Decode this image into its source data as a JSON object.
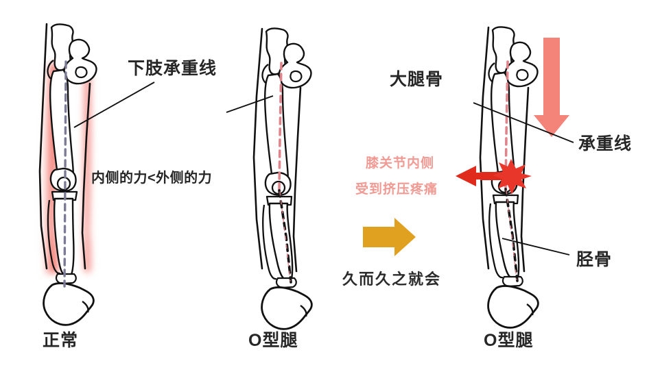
{
  "diagram": {
    "title_semantic": "knee-alignment-weight-bearing-line-comparison",
    "colors": {
      "bone_outline": "#1a1a1a",
      "stress_red": "#e8372a",
      "stress_glow": "#f4695c",
      "normal_line": "#7b7b96",
      "deviated_line": "#e0848c",
      "down_arrow": "#f4837a",
      "side_arrow": "#e02b1c",
      "flow_arrow": "#e0a020",
      "pain_text": "#f09a93",
      "label_text": "#262626"
    }
  },
  "panels": [
    {
      "id": "normal",
      "caption": "正常",
      "line_label": "下肢承重线",
      "force_note": "内侧的力<外侧的力",
      "line_style": "dashed",
      "line_color": "#7b7b96",
      "has_lateral_stress_band": true
    },
    {
      "id": "bowleg-middle",
      "caption": "O型腿",
      "line_label": "下肢承重线",
      "line_style": "dashed",
      "line_color_upper": "#e0848c",
      "line_color_lower": "#1a1a1a",
      "has_lateral_stress_band": false
    },
    {
      "id": "bowleg-right",
      "caption": "O型腿",
      "labels": {
        "femur": "大腿骨",
        "weight_line": "承重线",
        "tibia": "胫骨"
      },
      "line_style": "dashed",
      "line_color_upper": "#e0848c",
      "line_color_lower": "#1a1a1a",
      "has_down_arrow": true,
      "has_compression_arrow": true,
      "has_pain_burst": true
    }
  ],
  "annotations": {
    "pain_text_line1": "膝关节内侧",
    "pain_text_line2": "受到挤压疼痛",
    "flow_text": "久而久之就会",
    "flow_arrow_name": "right-arrow-orange"
  }
}
